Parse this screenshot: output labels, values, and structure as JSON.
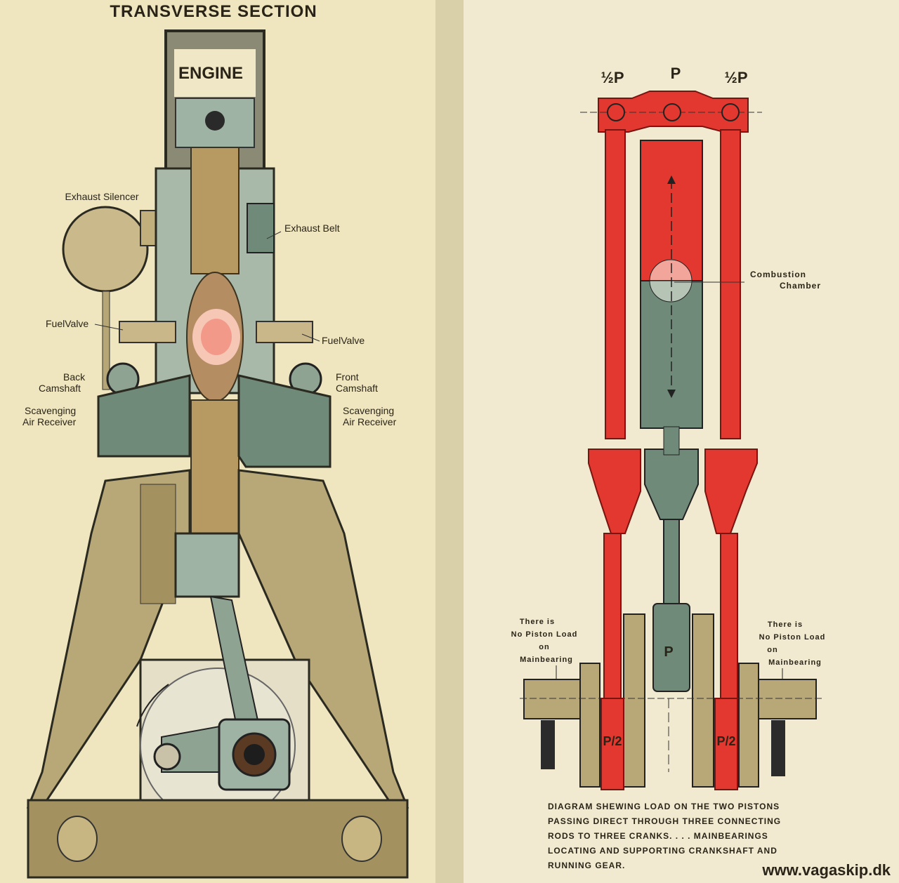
{
  "left_panel": {
    "title": "TRANSVERSE SECTION",
    "engine_label": "ENGINE",
    "labels": {
      "exhaust_silencer": "Exhaust Silencer",
      "exhaust_belt": "Exhaust Belt",
      "fuel_valve_left": "FuelValve",
      "fuel_valve_right": "FuelValve",
      "back_camshaft_1": "Back",
      "back_camshaft_2": "Camshaft",
      "front_camshaft_1": "Front",
      "front_camshaft_2": "Camshaft",
      "scav_left_1": "Scavenging",
      "scav_left_2": "Air Receiver",
      "scav_right_1": "Scavenging",
      "scav_right_2": "Air Receiver"
    }
  },
  "right_panel": {
    "half_p_left": "½P",
    "p_top": "P",
    "half_p_right": "½P",
    "combustion_1": "Combustion",
    "combustion_2": "Chamber",
    "p_bottom": "P",
    "p2_left": "P/2",
    "p2_right": "P/2",
    "note_left": [
      "There is",
      "No Piston Load",
      "on",
      "Mainbearing"
    ],
    "note_right": [
      "There is",
      "No Piston Load",
      "on",
      "Mainbearing"
    ],
    "caption": [
      "DIAGRAM SHEWING LOAD ON THE TWO PISTONS",
      "PASSING DIRECT THROUGH THREE CONNECTING",
      "RODS TO THREE CRANKS. . . . MAINBEARINGS",
      "LOCATING AND SUPPORTING CRANKSHAFT AND",
      "RUNNING GEAR."
    ]
  },
  "watermark": "www.vagaskip.dk",
  "colors": {
    "paper": "#efe7c6",
    "khaki": "#b9a877",
    "khaki_dark": "#8d7d51",
    "green_grey": "#6f8a79",
    "red": "#e2382f",
    "brass": "#b79a62"
  }
}
